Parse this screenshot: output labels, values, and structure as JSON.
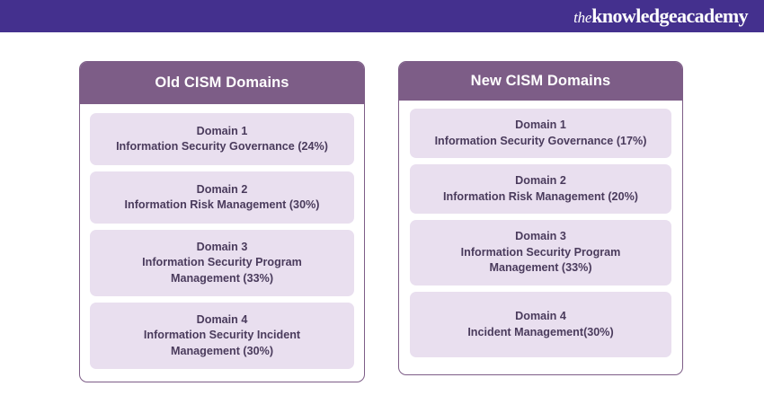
{
  "banner": {
    "background_color": "#44308E",
    "logo": {
      "name": "theknowledgeacademy-logo",
      "part_the": "the",
      "part_knowledge": "knowledge",
      "part_academy": "academy"
    }
  },
  "theme": {
    "header_purple": "#7D5D87",
    "pill_lavender": "#E9DFEF",
    "text_purple": "#4A3B5C",
    "card_border": "#7D5D87"
  },
  "cards": [
    {
      "id": "old-cism-domains",
      "title": "Old CISM Domains",
      "items": [
        {
          "label": "Domain 1",
          "detail": "Information Security Governance (24%)",
          "detail_line2": "",
          "percent": "24%"
        },
        {
          "label": "Domain 2",
          "detail": "Information Risk Management (30%)",
          "detail_line2": "",
          "percent": "30%"
        },
        {
          "label": "Domain 3",
          "detail": "Information Security Program",
          "detail_line2": "Management (33%)",
          "percent": "33%"
        },
        {
          "label": "Domain 4",
          "detail": "Information Security Incident",
          "detail_line2": "Management (30%)",
          "percent": "30%"
        }
      ]
    },
    {
      "id": "new-cism-domains",
      "title": "New CISM Domains",
      "items": [
        {
          "label": "Domain 1",
          "detail": "Information Security Governance (17%)",
          "detail_line2": "",
          "percent": "17%"
        },
        {
          "label": "Domain 2",
          "detail": "Information Risk Management (20%)",
          "detail_line2": "",
          "percent": "20%"
        },
        {
          "label": "Domain 3",
          "detail": "Information Security Program",
          "detail_line2": "Management (33%)",
          "percent": "33%"
        },
        {
          "label": "Domain 4",
          "detail": "Incident Management(30%)",
          "detail_line2": "",
          "percent": "30%"
        }
      ]
    }
  ]
}
